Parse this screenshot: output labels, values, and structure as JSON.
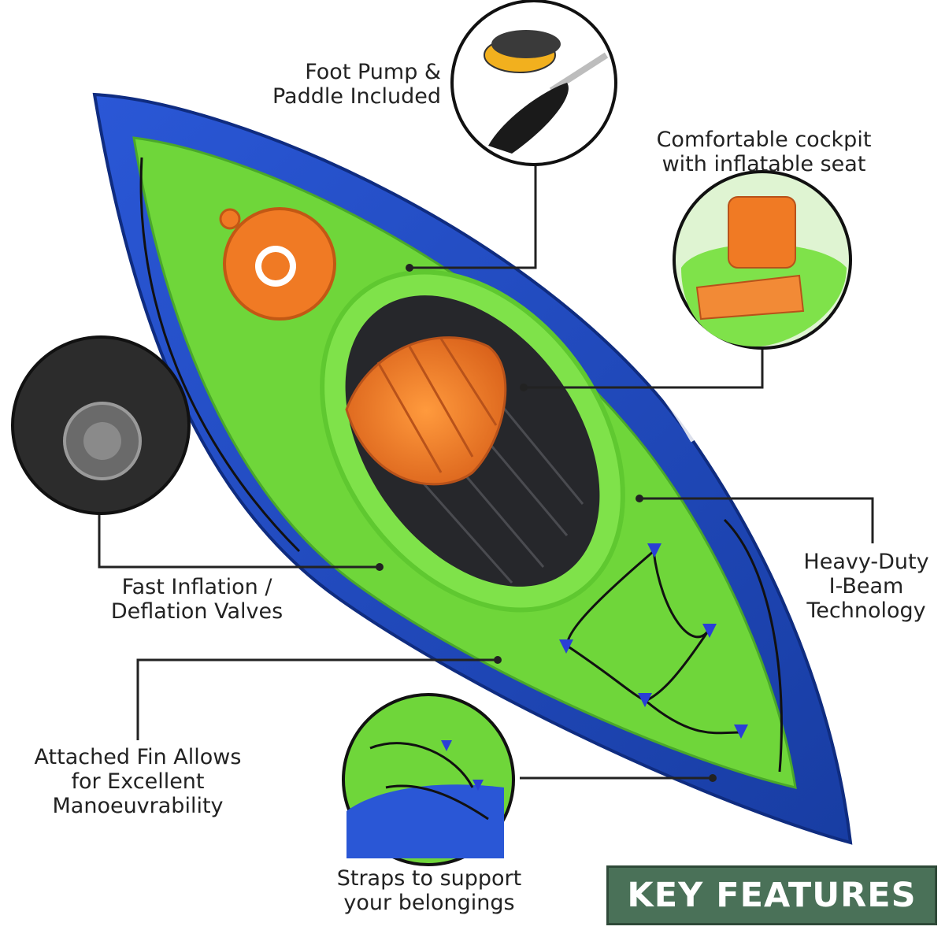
{
  "features": {
    "pump": [
      "Foot Pump &",
      "Paddle Included"
    ],
    "cockpit": [
      "Comfortable cockpit",
      "with inflatable seat"
    ],
    "valves": [
      "Fast Inflation /",
      "Deflation Valves"
    ],
    "ibeam": [
      "Heavy-Duty",
      "I-Beam",
      "Technology"
    ],
    "fin": [
      "Attached Fin Allows",
      "for Excellent",
      "Manoeuvrability"
    ],
    "straps": [
      "Straps to support",
      "your belongings"
    ]
  },
  "banner": "KEY FEATURES",
  "colors": {
    "hull_blue": "#1f46b5",
    "deck_green": "#6fd63a",
    "seat_orange": "#f07a24",
    "banner_green": "#4a7158"
  }
}
